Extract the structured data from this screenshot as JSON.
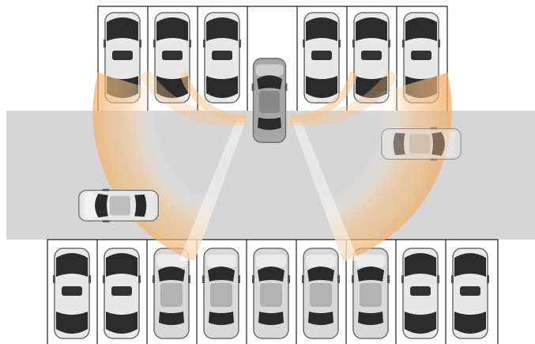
{
  "diagram": {
    "description_visible_text": "",
    "colors": {
      "background": "#ffffff",
      "lane": "#d6d6d6",
      "stall_line": "#222222",
      "sensor_fan_outer": "#f1b779",
      "sensor_fan_inner": "#fbe2c4",
      "car_white": "#e9e9e9",
      "car_dark_glass": "#1f1f1f",
      "car_gray": "#9a9a9a"
    },
    "top_row": {
      "stalls": 7,
      "empty_stall_index": 3,
      "car_style": "white-with-dark-roof"
    },
    "bottom_row": {
      "stalls": 9,
      "car_styles": [
        "dark",
        "dark",
        "gray",
        "gray",
        "gray",
        "gray",
        "gray",
        "dark",
        "dark"
      ]
    },
    "vehicles": {
      "reversing_car": "gray-reversing",
      "passing_car_right": "moving-left-faded",
      "passing_car_left": "moving-right"
    },
    "icons": [
      "car-icon",
      "sensor-fan-left",
      "sensor-fan-right"
    ]
  }
}
